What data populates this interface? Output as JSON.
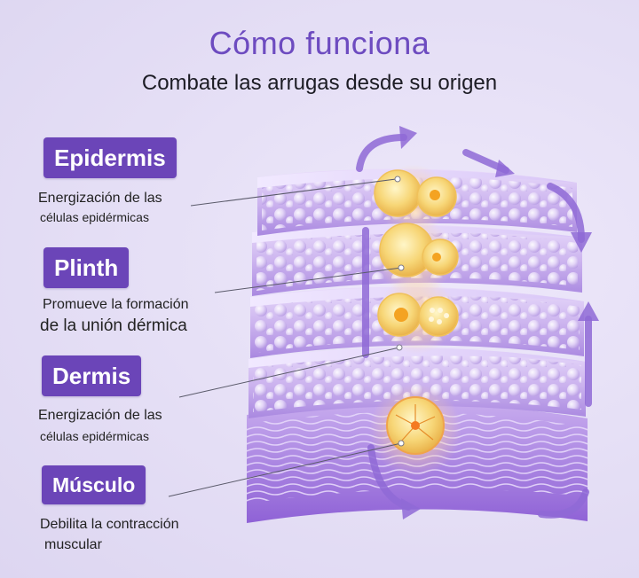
{
  "header": {
    "title": "Cómo funciona",
    "subtitle": "Combate las arrugas desde su origen"
  },
  "layers": [
    {
      "name": "Epidermis",
      "line1": "Energización de las",
      "line2": "células epidérmicas"
    },
    {
      "name": "Plinth",
      "line1": "Promueve la formación",
      "line2": "de la unión dérmica"
    },
    {
      "name": "Dermis",
      "line1": "Energización de las",
      "line2": "células epidérmicas"
    },
    {
      "name": "Músculo",
      "line1": "Debilita la contracción",
      "line2": "muscular"
    }
  ],
  "colors": {
    "accent": "#6b45b8",
    "title": "#6d4bc0",
    "layer": "#c9b3ec",
    "cell": "#f5d36a"
  }
}
